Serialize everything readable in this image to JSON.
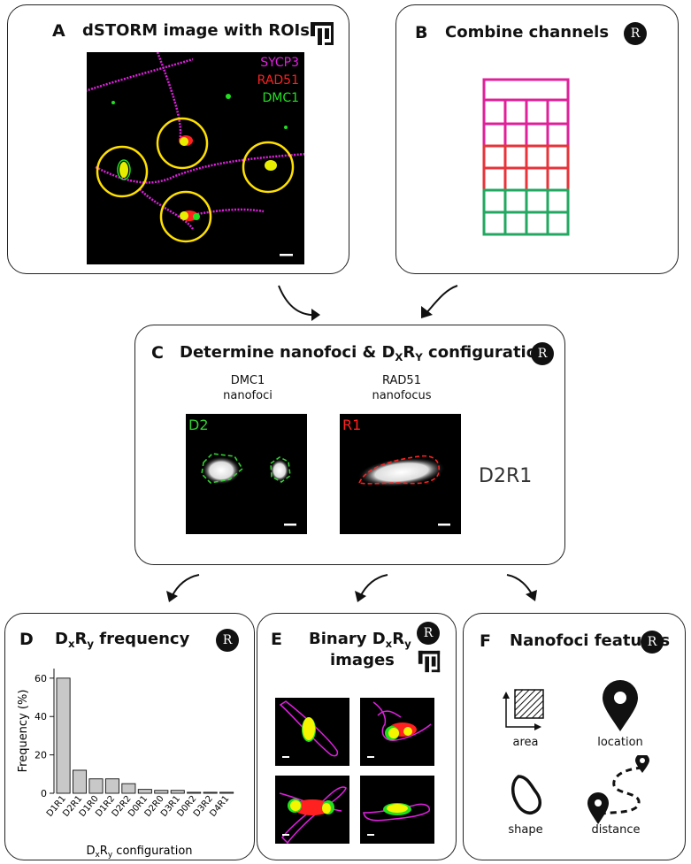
{
  "panelA": {
    "letter": "A",
    "title": "dSTORM image with ROIs",
    "legend": [
      "SYCP3",
      "RAD51",
      "DMC1"
    ],
    "colors": {
      "sycp3": "#e020e0",
      "rad51": "#ff2020",
      "dmc1": "#20e020",
      "roi": "#ffe000"
    }
  },
  "panelB": {
    "letter": "B",
    "title": "Combine channels",
    "r_logo": "R",
    "grid_colors": [
      "#e0209a",
      "#e8333a",
      "#22a860"
    ]
  },
  "panelC": {
    "letter": "C",
    "title_prefix": "Determine nanofoci & D",
    "title_x": "X",
    "title_r": "R",
    "title_y": "Y",
    "title_suffix": " configuration",
    "r_logo": "R",
    "dmc1_label_1": "DMC1",
    "dmc1_label_2": "nanofoci",
    "rad51_label_1": "RAD51",
    "rad51_label_2": "nanofocus",
    "d_tag": "D2",
    "r_tag": "R1",
    "config": "D2R1"
  },
  "panelD": {
    "letter": "D",
    "title_prefix": "D",
    "title_x": "x",
    "title_r": "R",
    "title_y": "y",
    "title_suffix": " frequency",
    "r_logo": "R"
  },
  "panelE": {
    "letter": "E",
    "title_l1_prefix": "Binary D",
    "title_x": "x",
    "title_r": "R",
    "title_y": "y",
    "title_l2": "images",
    "r_logo": "R"
  },
  "panelF": {
    "letter": "F",
    "title": "Nanofoci features",
    "r_logo": "R",
    "features": [
      "area",
      "location",
      "shape",
      "distance"
    ]
  },
  "chart_data": {
    "type": "bar",
    "categories": [
      "D1R1",
      "D2R1",
      "D1R0",
      "D1R2",
      "D2R2",
      "D0R1",
      "D2R0",
      "D3R1",
      "D0R2",
      "D3R2",
      "D4R1"
    ],
    "values": [
      60,
      12,
      7.5,
      7.5,
      5,
      2,
      1.5,
      1.5,
      0.5,
      0.5,
      0.5
    ],
    "ylabel": "Frequency (%)",
    "xlabel": "DxRy configuration",
    "ylim": [
      0,
      65
    ],
    "yticks": [
      0,
      20,
      40,
      60
    ],
    "bar_color": "#c8c8c8"
  }
}
